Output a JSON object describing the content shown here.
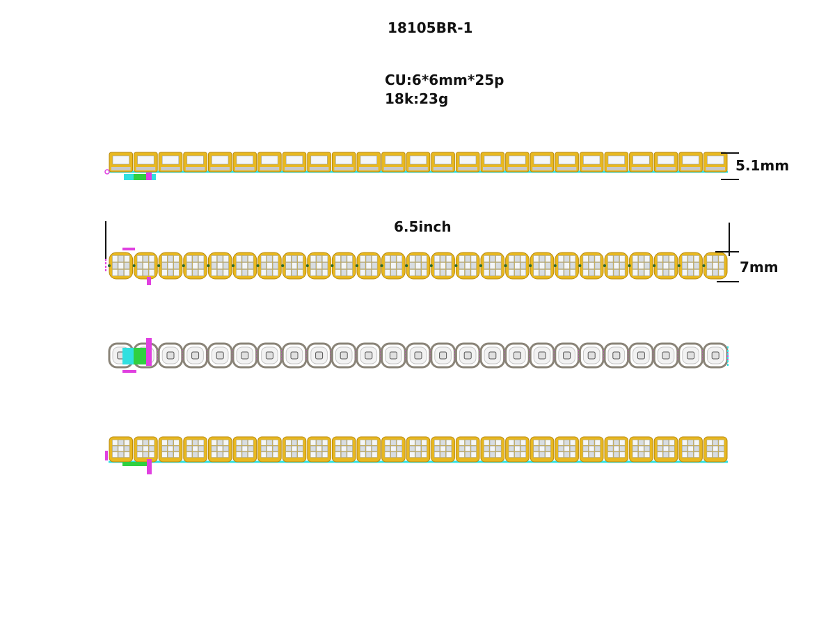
{
  "header": {
    "model_code": "18105BR-1",
    "stone_spec": "CU:6*6mm*25p",
    "metal_weight": "18k:23g"
  },
  "dimensions": {
    "height_label": "5.1mm",
    "length_label": "6.5inch",
    "width_label": "7mm"
  },
  "bracelet": {
    "link_count": 25,
    "colors": {
      "gold": "#e8b820",
      "gold_dark": "#b88a10",
      "stone": "#d8dde2",
      "stone_light": "#f4f6f8",
      "cyan": "#30e0e0",
      "magenta": "#e040e0",
      "green": "#30d040",
      "grey_outline": "#8a8478"
    }
  }
}
